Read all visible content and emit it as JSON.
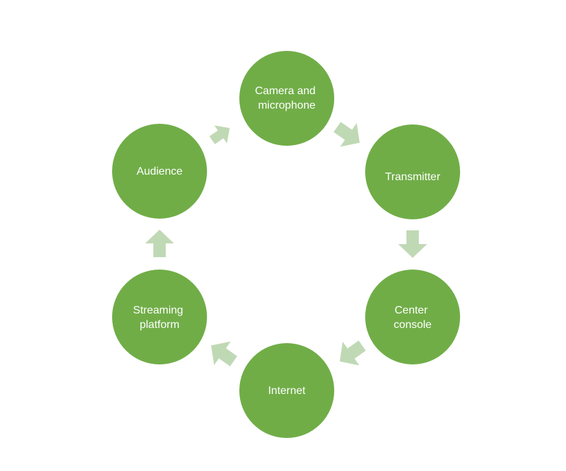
{
  "colors": {
    "node_fill": "#70AD47",
    "arrow_fill": "#C0D9B5",
    "label_text": "#FFFFFF",
    "background": "#FFFFFF"
  },
  "nodes": [
    {
      "id": "camera",
      "lines": [
        "Camera and",
        "microphone"
      ]
    },
    {
      "id": "transmitter",
      "lines": [
        "Transmitter"
      ]
    },
    {
      "id": "center",
      "lines": [
        "Center",
        "console"
      ]
    },
    {
      "id": "internet",
      "lines": [
        "Internet"
      ]
    },
    {
      "id": "streaming",
      "lines": [
        "Streaming",
        "platform"
      ]
    },
    {
      "id": "audience",
      "lines": [
        "Audience"
      ]
    }
  ]
}
